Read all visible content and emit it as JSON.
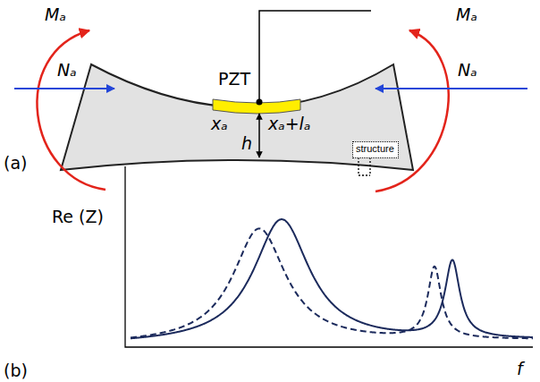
{
  "diagram": {
    "nodes": [
      {
        "text": [
          "structure"
        ]
      }
    ],
    "labels": [
      "(a)",
      "Mₐ",
      "Mₐ",
      "PZT",
      "Nₐ",
      "Nₐ",
      "xₐ",
      "xₐ+lₐ",
      "h",
      "Re (Z)",
      "(b)",
      "f"
    ]
  }
}
